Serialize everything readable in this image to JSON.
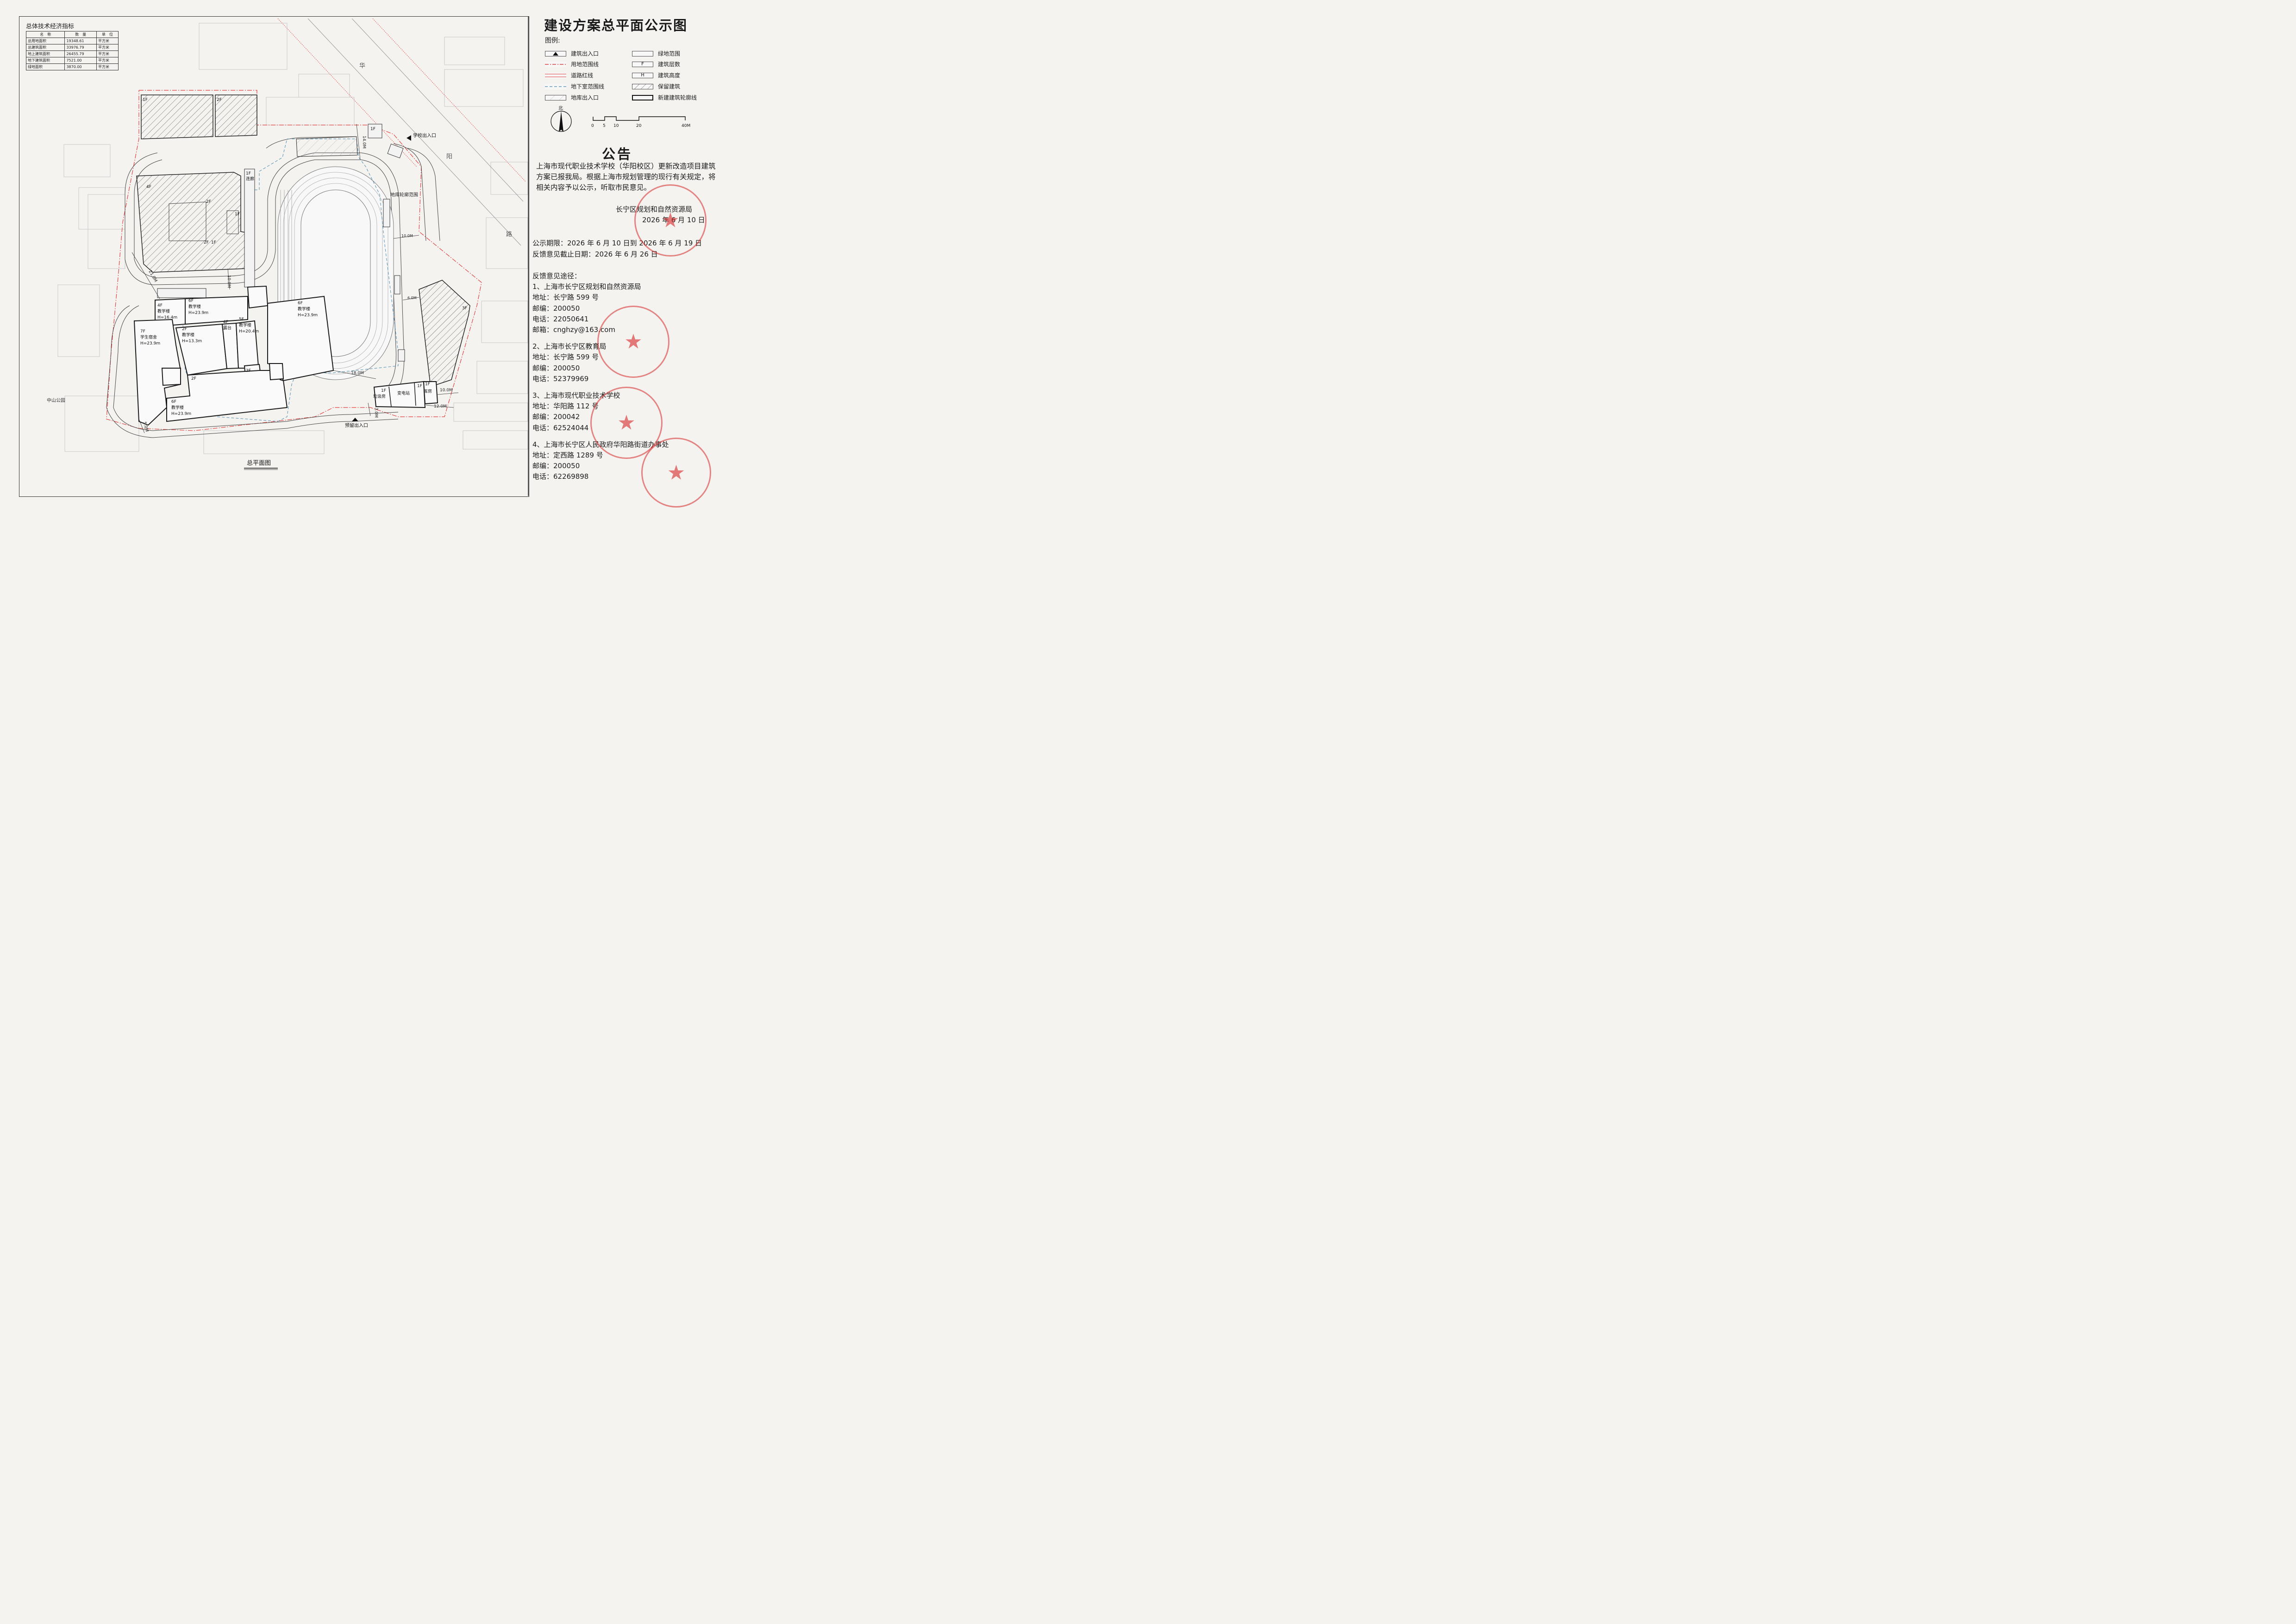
{
  "indicator_table": {
    "title": "总体技术经济指标",
    "headers": [
      "名　称",
      "数　量",
      "单　位"
    ],
    "rows": [
      {
        "name": "总用地面积",
        "value": "19348.61",
        "unit": "平方米"
      },
      {
        "name": "总建筑面积",
        "value": "33976.79",
        "unit": "平方米"
      },
      {
        "name": "地上建筑面积",
        "value": "26455.79",
        "unit": "平方米"
      },
      {
        "name": "地下建筑面积",
        "value": "7521.00",
        "unit": "平方米"
      },
      {
        "name": "绿地面积",
        "value": "3870.00",
        "unit": "平方米"
      }
    ]
  },
  "title": "建设方案总平面公示图",
  "legend": {
    "heading": "图例:",
    "items": [
      {
        "label": "建筑出入口",
        "symbol": "triangle"
      },
      {
        "label": "绿地范围",
        "symbol": "green"
      },
      {
        "label": "用地范围线",
        "symbol": "red-dash-dot"
      },
      {
        "label": "建筑层数",
        "symbol": "F"
      },
      {
        "label": "道路红线",
        "symbol": "red-double"
      },
      {
        "label": "建筑高度",
        "symbol": "H"
      },
      {
        "label": "地下室范围线",
        "symbol": "blue-dash"
      },
      {
        "label": "保留建筑",
        "symbol": "hatch"
      },
      {
        "label": "地库出入口",
        "symbol": "hatch-light"
      },
      {
        "label": "新建建筑轮廓线",
        "symbol": "thick"
      }
    ]
  },
  "north_label": "北",
  "scale_labels": [
    "0",
    "5",
    "10",
    "20",
    "40M"
  ],
  "notice": {
    "heading": "公告",
    "paragraph": "上海市现代职业技术学校（华阳校区）更新改造项目建筑方案已报我局。根据上海市规划管理的现行有关规定，将相关内容予以公示，听取市民意见。",
    "issuer": "长宁区规划和自然资源局",
    "date": "2026 年 6 月 10 日",
    "period": "公示期限：2026 年 6 月 10 日到 2026 年 6 月 19 日",
    "deadline": "反馈意见截止日期：2026 年 6 月 26 日",
    "channels_heading": "反馈意见途径：",
    "contacts": [
      {
        "name": "1、上海市长宁区规划和自然资源局",
        "address": "地址：长宁路 599 号",
        "postcode": "邮编：200050",
        "phone": "电话：22050641",
        "email": "邮箱：cnghzy@163.com"
      },
      {
        "name": "2、上海市长宁区教育局",
        "address": "地址：长宁路 599 号",
        "postcode": "邮编：200050",
        "phone": "电话：52379969"
      },
      {
        "name": "3、上海市现代职业技术学校",
        "address": "地址：华阳路 112 号",
        "postcode": "邮编：200042",
        "phone": "电话：62524044"
      },
      {
        "name": "4、上海市长宁区人民政府华阳路街道办事处",
        "address": "地址：定西路 1289 号",
        "postcode": "邮编：200050",
        "phone": "电话：62269898"
      }
    ]
  },
  "plan": {
    "caption": "总平面图",
    "road_chars": [
      "华",
      "阳",
      "路"
    ],
    "park_label": "中山公园",
    "school_entrance": "学校出入口",
    "reserved_entrance": "预留出入口",
    "basement_outline": "地库轮廓范围",
    "corridor": [
      "1F",
      "连廊"
    ],
    "buildings": {
      "b1": "1F",
      "b2": "2F",
      "b3": "1F",
      "b4": "4F",
      "b5": "2F",
      "b6": "1F",
      "b7": "2F",
      "b8": "1F",
      "b9": [
        "4F",
        "教学楼",
        "H=16.4m"
      ],
      "b10": [
        "6F",
        "教学楼",
        "H=23.9m"
      ],
      "b11": [
        "6F",
        "教学楼",
        "H=23.9m"
      ],
      "b12": [
        "7F",
        "学生宿舍",
        "H=23.9m"
      ],
      "b13": [
        "2F",
        "教学楼",
        "H=13.3m"
      ],
      "b14": [
        "4F",
        "露台"
      ],
      "b15": [
        "5F",
        "教学楼",
        "H=20.4m"
      ],
      "b16": "3F",
      "b17": "2F",
      "b18": [
        "6F",
        "教学楼",
        "H=23.9m"
      ],
      "b19": "3F",
      "b20": [
        "1F",
        "垃圾房"
      ],
      "b21": "变电站",
      "b22": "1F",
      "b23": [
        "1F",
        "库房"
      ]
    },
    "dims": [
      "14.0M",
      "10.0M",
      "6.0M",
      "18.0M",
      "10.0M",
      "12.0M",
      "3.0M",
      "21.0M",
      "10.0M",
      "5.0M"
    ]
  },
  "stamps": [
    "长宁区规划和自然资源局",
    "上海市长宁区教育局",
    "上海市现代职业技术学校",
    "上海市长宁区人民政府华阳路街道办事处"
  ]
}
